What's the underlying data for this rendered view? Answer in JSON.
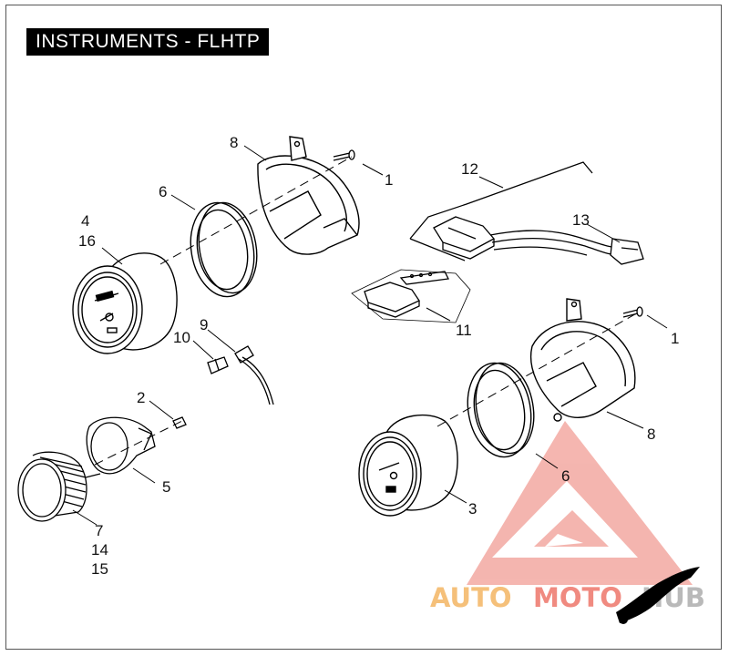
{
  "title": "INSTRUMENTS - FLHTP",
  "callouts": {
    "c1a": "1",
    "c1b": "1",
    "c2": "2",
    "c3": "3",
    "c4": "4",
    "c16": "16",
    "c5": "5",
    "c6a": "6",
    "c6b": "6",
    "c7": "7",
    "c14": "14",
    "c15": "15",
    "c8a": "8",
    "c8b": "8",
    "c9": "9",
    "c10": "10",
    "c11": "11",
    "c12": "12",
    "c13": "13"
  },
  "watermark": {
    "part1": "AUTO",
    "part2": "MOTO",
    "part3": "HUB",
    "color_auto": "#f5c07a",
    "color_moto": "#f08a80",
    "color_hub": "#b9b9b9",
    "logo_color": "#f3a9a2"
  }
}
